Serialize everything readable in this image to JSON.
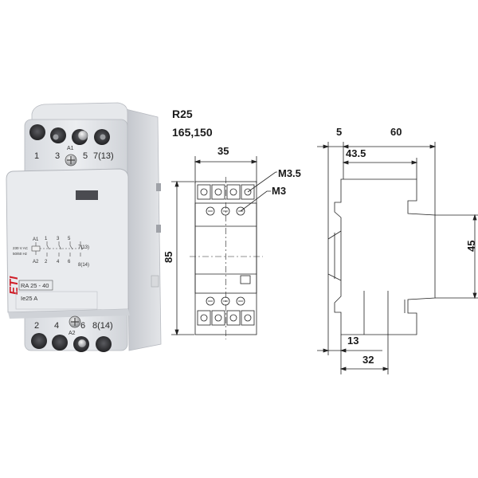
{
  "spec": {
    "model_label": "R25",
    "sizes_label": "165,150"
  },
  "device": {
    "top_terminals": [
      "1",
      "3",
      "5",
      "7(13)"
    ],
    "top_coil_terminal": "A1",
    "bottom_terminals": [
      "2",
      "4",
      "6",
      "8(14)"
    ],
    "bottom_coil_terminal": "A2",
    "brand": "ETI",
    "model": "RA 25 - 40",
    "rating": "Ie25 A",
    "coil_voltage": "230 V AC",
    "coil_freq": "50/60 Hz",
    "schematic_top": [
      "A1",
      "1",
      "3",
      "5",
      "7(13)"
    ],
    "schematic_bottom": [
      "A2",
      "2",
      "4",
      "6",
      "8(14)"
    ]
  },
  "front_view": {
    "width_dim": "35",
    "height_dim": "85",
    "screw_large": "M3.5",
    "screw_small": "M3"
  },
  "side_view": {
    "depth_offset_dim": "5",
    "depth_dim": "60",
    "depth_inner_dim": "43.5",
    "height_dim": "45",
    "rail_dim": "13",
    "base_dim": "32"
  },
  "colors": {
    "housing": "#e4e6ea",
    "housing_shade": "#c9ccd2",
    "terminal_hole": "#2e2e30",
    "brand_red": "#d0202a",
    "line": "#222222"
  }
}
